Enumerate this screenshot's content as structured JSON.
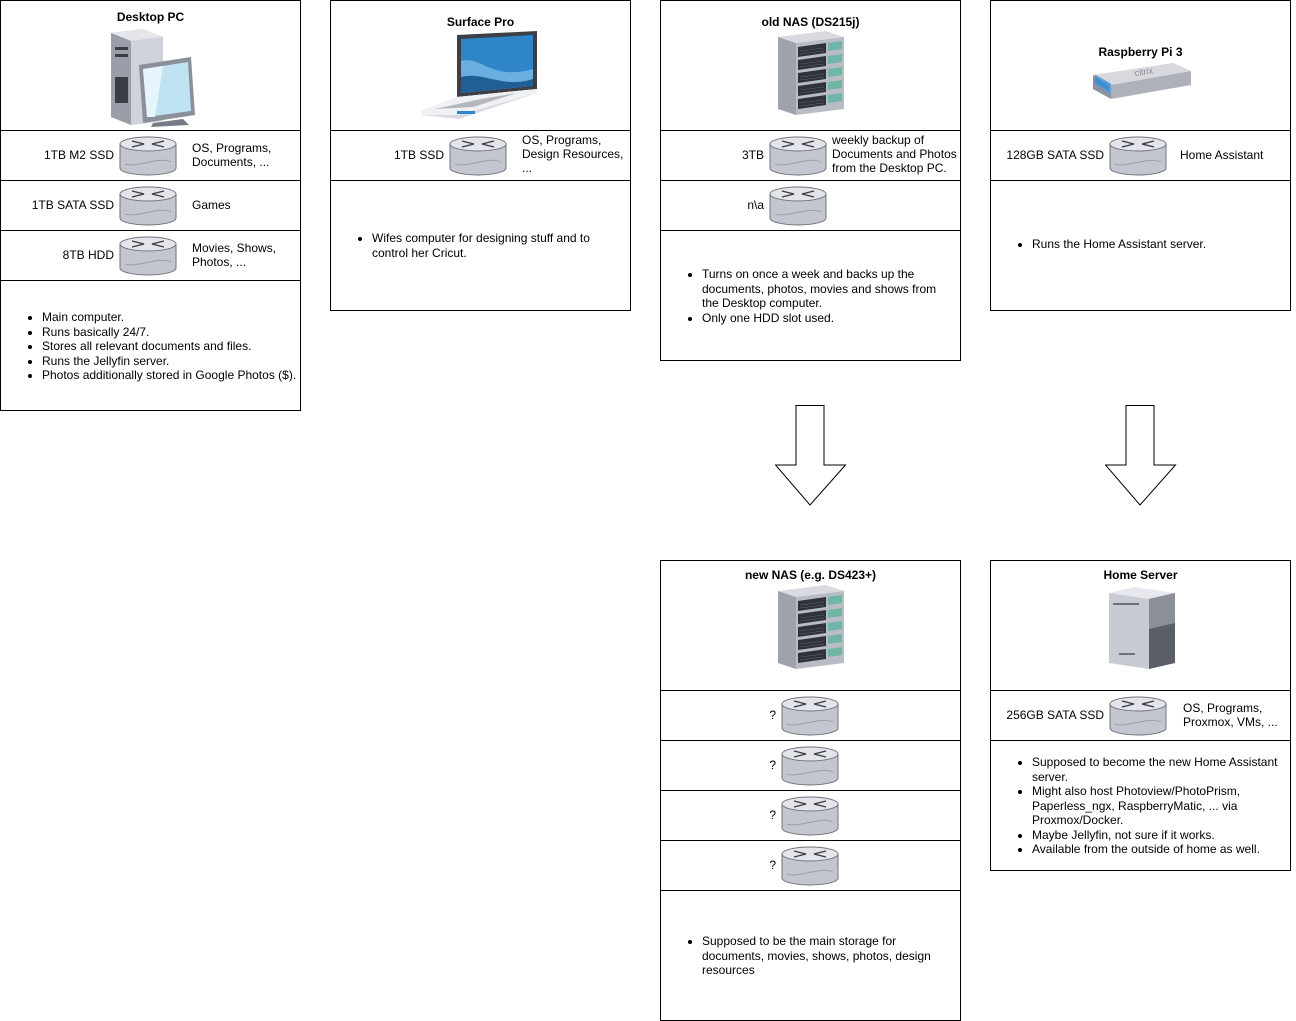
{
  "cards": {
    "desktop": {
      "title": "Desktop PC",
      "drives": [
        {
          "size": "1TB M2 SSD",
          "desc": "OS, Programs, Documents, ..."
        },
        {
          "size": "1TB SATA SSD",
          "desc": "Games"
        },
        {
          "size": "8TB HDD",
          "desc": "Movies, Shows, Photos, ..."
        }
      ],
      "notes": [
        "Main computer.",
        "Runs basically 24/7.",
        "Stores all relevant documents and files.",
        "Runs the Jellyfin server.",
        "Photos additionally stored in Google Photos ($)."
      ]
    },
    "surface": {
      "title": "Surface Pro",
      "drives": [
        {
          "size": "1TB SSD",
          "desc": "OS, Programs, Design Resources, ..."
        }
      ],
      "notes": [
        "Wifes computer for designing stuff and to control her Cricut."
      ]
    },
    "oldnas": {
      "title": "old NAS (DS215j)",
      "drives": [
        {
          "size": "3TB",
          "desc": "weekly backup of Documents and Photos from the Desktop PC."
        },
        {
          "size": "n\\a",
          "desc": ""
        }
      ],
      "notes": [
        "Turns on once a week and backs up the documents, photos, movies and shows from the Desktop computer.",
        "Only one HDD slot used."
      ]
    },
    "rpi": {
      "title": "Raspberry Pi 3",
      "drives": [
        {
          "size": "128GB SATA SSD",
          "desc": "Home Assistant"
        }
      ],
      "notes": [
        "Runs the Home Assistant server."
      ]
    },
    "newnas": {
      "title": "new NAS (e.g. DS423+)",
      "drives": [
        {
          "size": "?",
          "desc": ""
        },
        {
          "size": "?",
          "desc": ""
        },
        {
          "size": "?",
          "desc": ""
        },
        {
          "size": "?",
          "desc": ""
        }
      ],
      "notes": [
        "Supposed to be the main storage for documents, movies, shows, photos, design resources"
      ]
    },
    "homeserver": {
      "title": "Home Server",
      "drives": [
        {
          "size": "256GB SATA SSD",
          "desc": "OS, Programs, Proxmox, VMs, ..."
        }
      ],
      "notes": [
        "Supposed to become the new Home Assistant server.",
        "Might also host Photoview/PhotoPrism, Paperless_ngx, RaspberryMatic, ... via Proxmox/Docker.",
        "Maybe Jellyfin, not sure if it works.",
        "Available from the outside of home as well."
      ]
    }
  },
  "icons": {
    "desktop": "desktop-computer-icon",
    "surface": "laptop-icon",
    "oldnas": "server-rack-icon",
    "rpi": "rack-unit-icon",
    "newnas": "server-rack-icon",
    "homeserver": "tower-server-icon",
    "drive": "hard-disk-icon"
  },
  "colors": {
    "border": "#000000",
    "disk_fill": "#c9cbd3",
    "laptop_screen": "#2f86c6"
  }
}
